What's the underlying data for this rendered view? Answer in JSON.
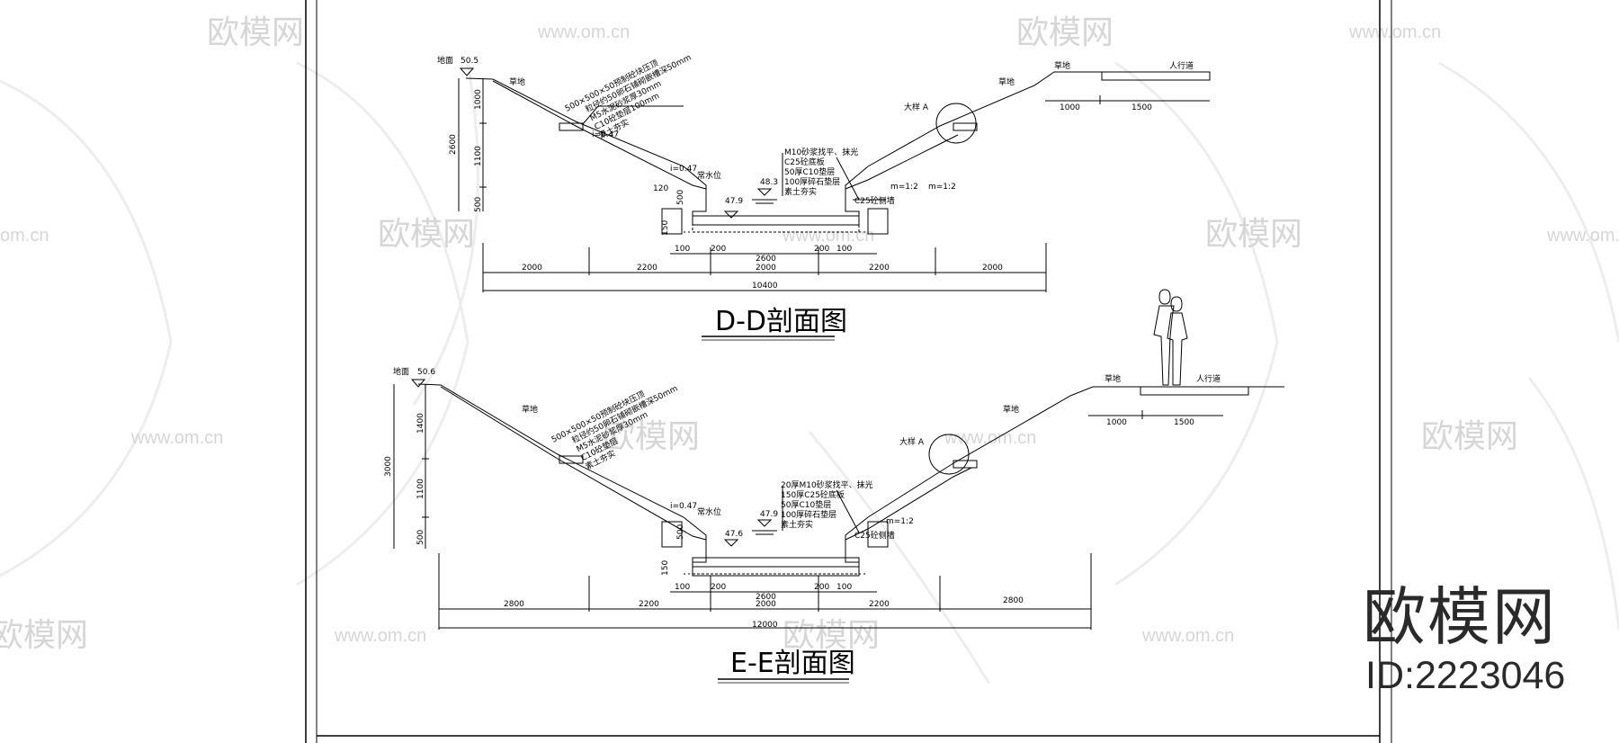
{
  "watermark": {
    "logo_text": "欧模网",
    "url_text": "www.om.cn",
    "url_fragment": "om.cn",
    "logo_fragment": "欧模网"
  },
  "brand": {
    "name": "欧模网",
    "id_text": "ID:2223046"
  },
  "section_dd": {
    "title": "D-D剖面图",
    "ground_label": "地面",
    "ground_elev": "50.5",
    "grass_left": "草地",
    "grass_right": "草地",
    "grass_right2": "草地",
    "walkway": "人行道",
    "detail_label": "大样 A",
    "slope_left_1": "i=0.47",
    "slope_left_2": "i=0.47",
    "slope_right_1": "m=1:2",
    "slope_right_2": "m=1:2",
    "water_label": "常水位",
    "water_elev": "48.3",
    "bottom_elev": "47.9",
    "edge_text": "C25砼侧墙",
    "note_left": [
      "500×500×50预制砼块压顶",
      "粒径约50卵石铺砌嵌槽深50mm",
      "M5水泥砂浆厚30mm",
      "C10砼垫层100mm",
      "素土夯实"
    ],
    "note_center": [
      "M10砂浆找平、抹光",
      "C25砼底板",
      "50厚C10垫层",
      "100厚碎石垫层",
      "素土夯实"
    ],
    "vert_dims": [
      "1000",
      "1100",
      "500",
      "2600"
    ],
    "dim_120": "120",
    "dim_500": "500",
    "dim_150": "150",
    "small_dims": [
      "100",
      "200",
      "2600",
      "200",
      "100"
    ],
    "horiz_dims": [
      "2000",
      "2200",
      "2000",
      "2200",
      "2000"
    ],
    "total": "10400",
    "right_dims": [
      "1000",
      "1500"
    ]
  },
  "section_ee": {
    "title": "E-E剖面图",
    "ground_label": "地面",
    "ground_elev": "50.6",
    "grass_left": "草地",
    "grass_right": "草地",
    "grass_right2": "草地",
    "walkway": "人行道",
    "detail_label": "大样 A",
    "slope_left_1": "i=0.47",
    "slope_right_1": "m=1:2",
    "water_label": "常水位",
    "water_elev": "47.9",
    "bottom_elev": "47.6",
    "edge_text": "C25砼侧墙",
    "note_left": [
      "500×500×50预制砼块压顶",
      "粒径约50卵石铺砌嵌槽深50mm",
      "M5水泥砂浆厚30mm",
      "C10砼垫层",
      "素土夯实"
    ],
    "note_center": [
      "20厚M10砂浆找平、抹光",
      "150厚C25砼底板",
      "50厚C10垫层",
      "100厚碎石垫层",
      "素土夯实"
    ],
    "vert_dims": [
      "1400",
      "1100",
      "500",
      "3000"
    ],
    "dim_500": "500",
    "dim_150": "150",
    "small_dims": [
      "100",
      "200",
      "2600",
      "200",
      "100"
    ],
    "horiz_dims": [
      "2800",
      "2200",
      "2000",
      "2200",
      "2800"
    ],
    "total": "12000",
    "right_dims": [
      "1000",
      "1500"
    ]
  }
}
